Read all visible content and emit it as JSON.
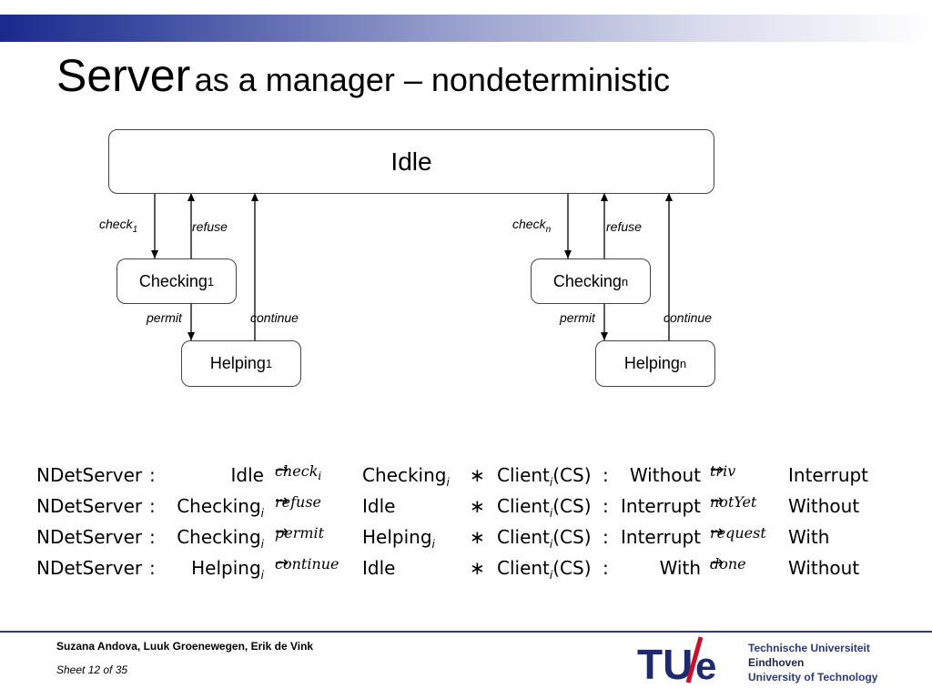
{
  "title": {
    "main": "Server",
    "rest": "as a manager – nondeterministic"
  },
  "diagram": {
    "idle": "Idle",
    "checking1": {
      "base": "Checking",
      "sub": "1"
    },
    "checkingN": {
      "base": "Checking",
      "sub": "n"
    },
    "helping1": {
      "base": "Helping",
      "sub": "1"
    },
    "helpingN": {
      "base": "Helping",
      "sub": "n"
    },
    "check1": {
      "base": "check",
      "sub": "1"
    },
    "checkN": {
      "base": "check",
      "sub": "n"
    },
    "refuse": "refuse",
    "permit": "permit",
    "continue": "continue"
  },
  "rules": [
    {
      "proc": "NDetServer",
      "src": "Idle",
      "src_sub": "",
      "act": "check",
      "act_sub": "i",
      "tgt": "Checking",
      "tgt_sub": "i",
      "from": "Without",
      "act2": "triv",
      "to": "Interrupt"
    },
    {
      "proc": "NDetServer",
      "src": "Checking",
      "src_sub": "i",
      "act": "refuse",
      "act_sub": "",
      "tgt": "Idle",
      "tgt_sub": "",
      "from": "Interrupt",
      "act2": "notYet",
      "to": "Without"
    },
    {
      "proc": "NDetServer",
      "src": "Checking",
      "src_sub": "i",
      "act": "permit",
      "act_sub": "",
      "tgt": "Helping",
      "tgt_sub": "i",
      "from": "Interrupt",
      "act2": "request",
      "to": "With"
    },
    {
      "proc": "NDetServer",
      "src": "Helping",
      "src_sub": "i",
      "act": "continue",
      "act_sub": "",
      "tgt": "Idle",
      "tgt_sub": "",
      "from": "With",
      "act2": "done",
      "to": "Without"
    }
  ],
  "rule_symbols": {
    "colon": ":",
    "arrow": "→",
    "star": "∗",
    "client": "Client",
    "client_sub": "i",
    "client_arg": "(CS)"
  },
  "footer": {
    "authors": "Suzana Andova, Luuk Groenewegen, Erik de Vink",
    "sheet": "Sheet 12 of  35",
    "logo_letters_tu": "TU",
    "logo_letter_e": "e",
    "logo_lines": [
      "Technische Universiteit",
      "Eindhoven",
      "University of Technology"
    ]
  },
  "colors": {
    "accent": "#1a2a8c",
    "logo_red": "#c8102e",
    "logo_blue": "#1e2a6e"
  }
}
